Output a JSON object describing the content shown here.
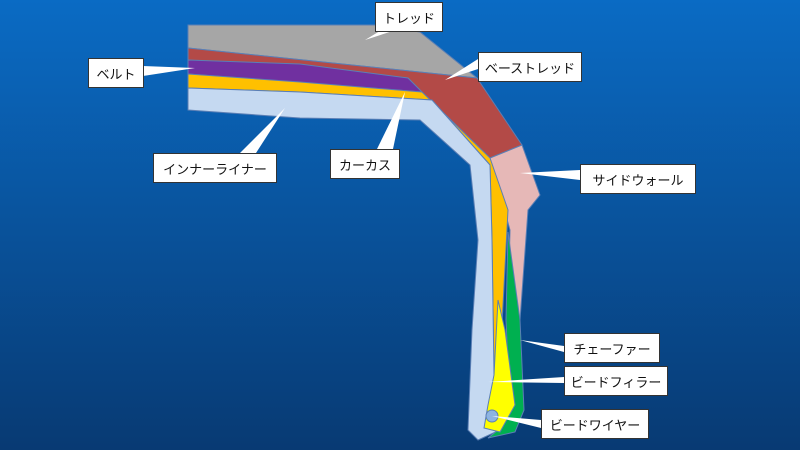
{
  "colors": {
    "background_top": "#0a6bc4",
    "background_bottom": "#083a73",
    "tread": "#a6a6a6",
    "base_tread": "#b34a47",
    "belt": "#7030a0",
    "carcass": "#ffc000",
    "inner_liner": "#c5d9f1",
    "sidewall": "#e6b8b7",
    "chafer": "#00b050",
    "bead_filler": "#ffff00",
    "bead_wire": "#8db4e2",
    "outline": "#5b7fb5",
    "leader": "#ffffff"
  },
  "labels": {
    "tread": "トレッド",
    "belt": "ベルト",
    "base_tread": "ベーストレッド",
    "inner_liner": "インナーライナー",
    "carcass": "カーカス",
    "sidewall": "サイドウォール",
    "chafer": "チェーファー",
    "bead_filler": "ビードフィラー",
    "bead_wire": "ビードワイヤー"
  }
}
